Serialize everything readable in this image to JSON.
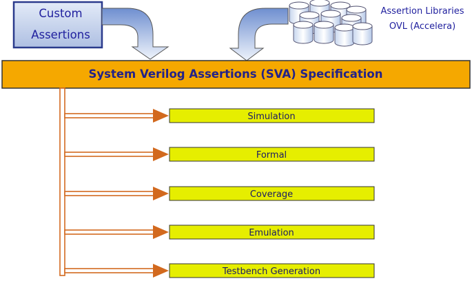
{
  "custom_assertions": {
    "line1": "Custom",
    "line2": "Assertions"
  },
  "assertion_libraries": {
    "line1": "Assertion Libraries",
    "line2": "OVL (Accelera)",
    "icon": "database-cluster-icon"
  },
  "spec_bar": {
    "label": "System Verilog Assertions (SVA) Specification"
  },
  "targets": [
    {
      "label": "Simulation"
    },
    {
      "label": "Formal"
    },
    {
      "label": "Coverage"
    },
    {
      "label": "Emulation"
    },
    {
      "label": "Testbench Generation"
    }
  ],
  "colors": {
    "custom_box_fill": "#c6d4ee",
    "custom_box_border": "#2a3a8c",
    "spec_bar_fill": "#f5a800",
    "spec_bar_border": "#333333",
    "target_fill": "#e6ee00",
    "connector": "#d2691e",
    "curved_arrow_fill": "#a9bfe6",
    "text": "#1f1f9e"
  }
}
